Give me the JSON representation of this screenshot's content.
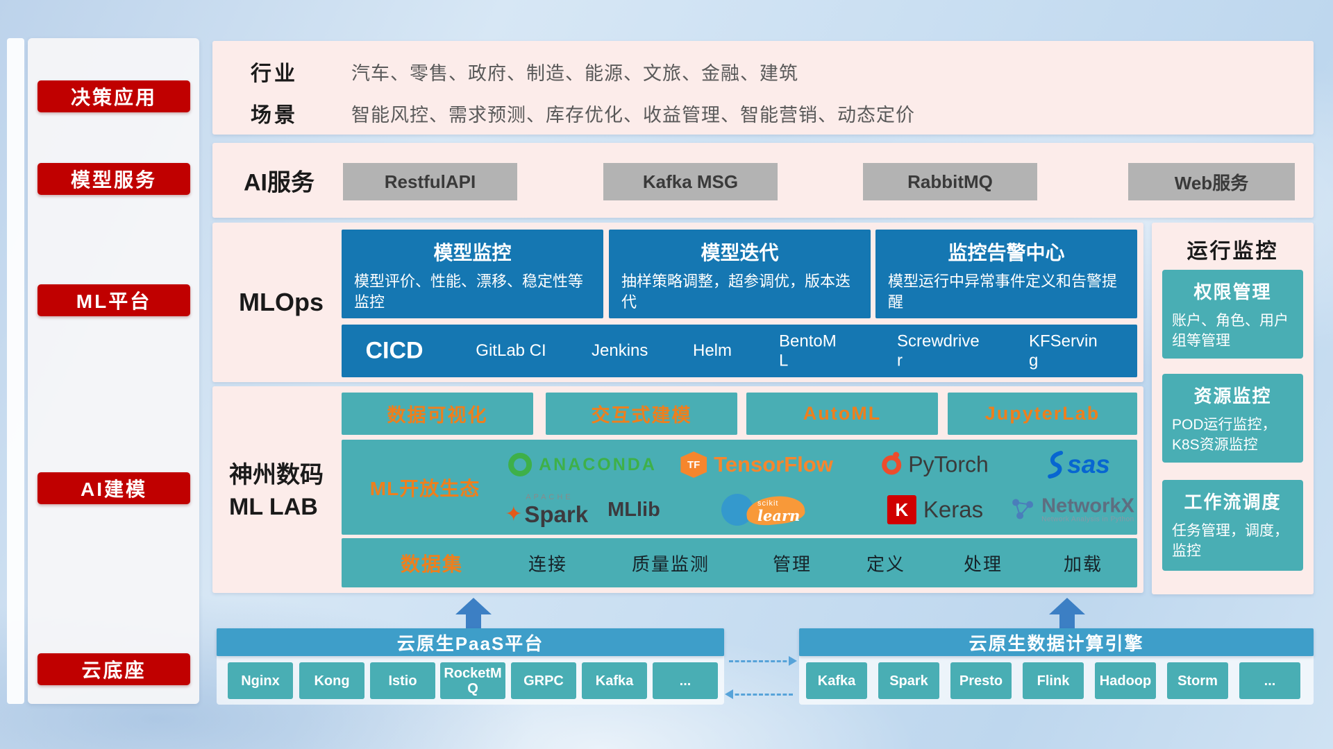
{
  "sidebar": {
    "items": [
      "决策应用",
      "模型服务",
      "ML平台",
      "AI建模",
      "云底座"
    ]
  },
  "industry": {
    "row1_label": "行业",
    "row1_value": "汽车、零售、政府、制造、能源、文旅、金融、建筑",
    "row2_label": "场景",
    "row2_value": "智能风控、需求预测、库存优化、收益管理、智能营销、动态定价"
  },
  "ai_service": {
    "label": "AI服务",
    "buttons": [
      "RestfulAPI",
      "Kafka MSG",
      "RabbitMQ",
      "Web服务"
    ]
  },
  "mlops": {
    "label": "MLOps",
    "cards": [
      {
        "title": "模型监控",
        "desc": "模型评价、性能、漂移、稳定性等监控"
      },
      {
        "title": "模型迭代",
        "desc": "抽样策略调整，超参调优，版本迭代"
      },
      {
        "title": "监控告警中心",
        "desc": "模型运行中异常事件定义和告警提醒"
      }
    ],
    "cicd_label": "CICD",
    "cicd_items": [
      "GitLab CI",
      "Jenkins",
      "Helm",
      "BentoML",
      "Screwdriver",
      "KFServing"
    ]
  },
  "mllab": {
    "label_line1": "神州数码",
    "label_line2": "ML LAB",
    "tools": [
      "数据可视化",
      "交互式建模",
      "AutoML",
      "JupyterLab"
    ],
    "ecosystem_label": "ML开放生态",
    "logos": {
      "anaconda": "ANACONDA",
      "tensorflow_mark": "TF",
      "tensorflow": "TensorFlow",
      "pytorch": "PyTorch",
      "sas": "sas",
      "spark_sub": "APACHE",
      "spark": "Spark",
      "mllib": "MLlib",
      "scikit_sub": "scikit",
      "scikit_main": "learn",
      "keras_letter": "K",
      "keras": "Keras",
      "networkx": "NetworkX",
      "networkx_sub": "Network Analysis in Python"
    },
    "dataset_label": "数据集",
    "dataset_items": [
      "连接",
      "质量监测",
      "管理",
      "定义",
      "处理",
      "加载"
    ]
  },
  "monitor": {
    "title": "运行监控",
    "cards": [
      {
        "title": "权限管理",
        "desc": "账户、角色、用户组等管理"
      },
      {
        "title": "资源监控",
        "desc": "POD运行监控，K8S资源监控"
      },
      {
        "title": "工作流调度",
        "desc": "任务管理，调度，监控"
      }
    ]
  },
  "bottom": {
    "paas_title": "云原生PaaS平台",
    "paas_items": [
      "Nginx",
      "Kong",
      "Istio",
      "RocketMQ",
      "GRPC",
      "Kafka",
      "..."
    ],
    "engine_title": "云原生数据计算引擎",
    "engine_items": [
      "Kafka",
      "Spark",
      "Presto",
      "Flink",
      "Hadoop",
      "Storm",
      "..."
    ]
  },
  "colors": {
    "accent_red": "#c00000",
    "panel_pink": "#fcecea",
    "box_blue": "#1577b2",
    "box_teal": "#49aeb4",
    "text_orange": "#ee7f1d",
    "header_blue": "#3e9ec9",
    "button_gray": "#b3b3b3"
  }
}
